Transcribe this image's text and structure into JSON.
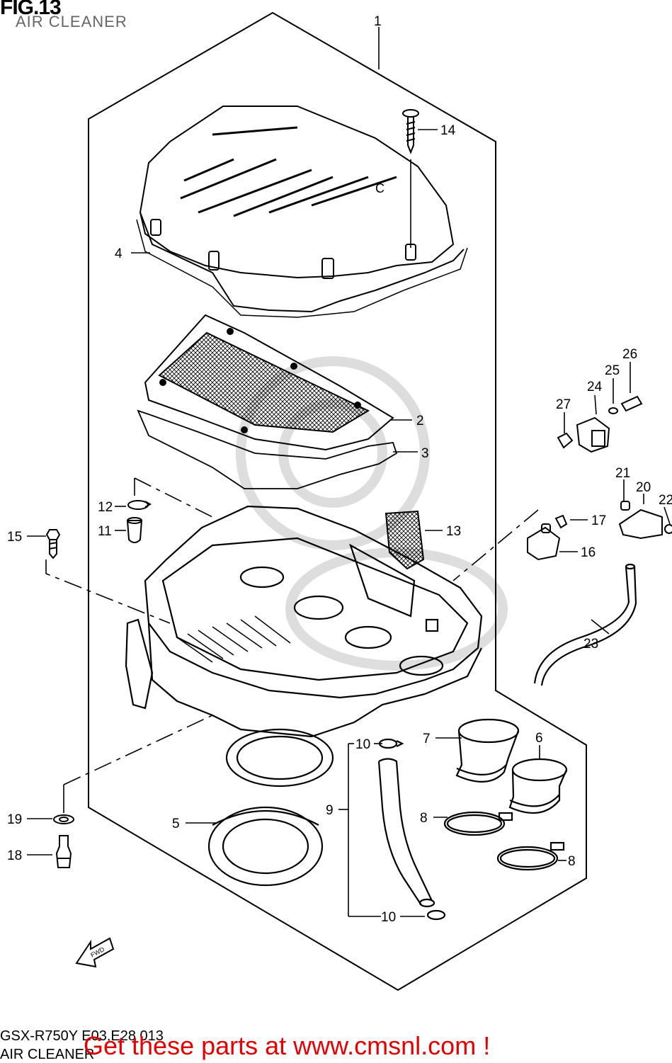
{
  "figure": {
    "title": "FIG.13",
    "subtitle": "AIR CLEANER",
    "code": "GSX-R750Y E03,E28 013",
    "section": "AIR CLEANER"
  },
  "promo": "Get these parts at www.cmsnl.com !",
  "direction_label": "FWD",
  "parts": [
    {
      "id": "p1",
      "number": "1"
    },
    {
      "id": "p2",
      "number": "2"
    },
    {
      "id": "p3",
      "number": "3"
    },
    {
      "id": "p4",
      "number": "4"
    },
    {
      "id": "p5",
      "number": "5"
    },
    {
      "id": "p6",
      "number": "6"
    },
    {
      "id": "p7",
      "number": "7"
    },
    {
      "id": "p8a",
      "number": "8"
    },
    {
      "id": "p8b",
      "number": "8"
    },
    {
      "id": "p9",
      "number": "9"
    },
    {
      "id": "p10a",
      "number": "10"
    },
    {
      "id": "p10b",
      "number": "10"
    },
    {
      "id": "p11",
      "number": "11"
    },
    {
      "id": "p12",
      "number": "12"
    },
    {
      "id": "p13",
      "number": "13"
    },
    {
      "id": "p14",
      "number": "14"
    },
    {
      "id": "p15",
      "number": "15"
    },
    {
      "id": "p16",
      "number": "16"
    },
    {
      "id": "p17",
      "number": "17"
    },
    {
      "id": "p18",
      "number": "18"
    },
    {
      "id": "p19",
      "number": "19"
    },
    {
      "id": "p20",
      "number": "20"
    },
    {
      "id": "p21",
      "number": "21"
    },
    {
      "id": "p22",
      "number": "22"
    },
    {
      "id": "p23",
      "number": "23"
    },
    {
      "id": "p24",
      "number": "24"
    },
    {
      "id": "p25",
      "number": "25"
    },
    {
      "id": "p26",
      "number": "26"
    },
    {
      "id": "p27",
      "number": "27"
    }
  ]
}
